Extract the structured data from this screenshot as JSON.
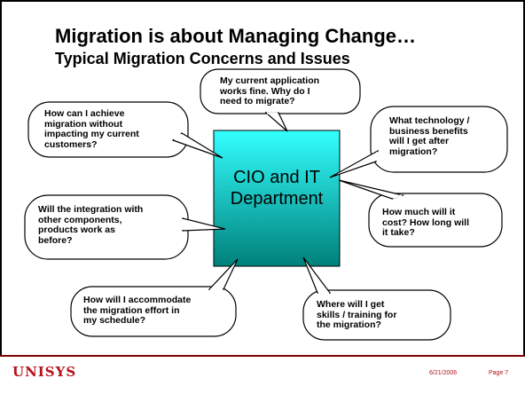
{
  "slide": {
    "title": "Migration is about Managing Change…",
    "subtitle": "Typical Migration Concerns and Issues",
    "center_box": {
      "line1": "CIO and IT",
      "line2": "Department"
    },
    "callouts": [
      {
        "id": "top",
        "lines": [
          "My current application",
          "works fine. Why do I",
          "need to migrate?"
        ]
      },
      {
        "id": "upper-left",
        "lines": [
          "How can I achieve",
          "migration without",
          "impacting my current",
          "customers?"
        ]
      },
      {
        "id": "upper-right",
        "lines": [
          "What technology /",
          "business benefits",
          "will I get after",
          "migration?"
        ]
      },
      {
        "id": "middle-left",
        "lines": [
          "Will the integration with",
          "other components,",
          "products work as",
          "before?"
        ]
      },
      {
        "id": "middle-right",
        "lines": [
          "How much will it",
          "cost? How long will",
          "it take?"
        ]
      },
      {
        "id": "bottom-left",
        "lines": [
          "How will I accommodate",
          "the migration effort in",
          "my schedule?"
        ]
      },
      {
        "id": "bottom-right",
        "lines": [
          "Where will I get",
          "skills / training for",
          "the migration?"
        ]
      }
    ]
  },
  "footer": {
    "logo": "UNISYS",
    "date": "6/21/2006",
    "page": "Page 7"
  },
  "colors": {
    "box_gradient_top": "#33ffff",
    "box_gradient_bottom": "#00807a",
    "footer_accent": "#b5121b"
  }
}
